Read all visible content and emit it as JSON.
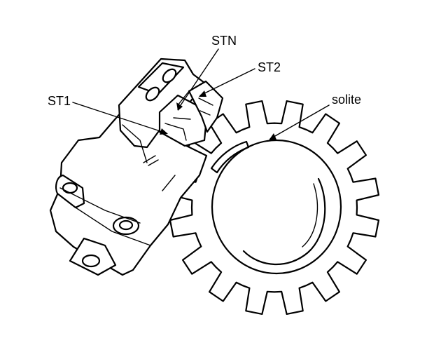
{
  "labels": {
    "stn": "STN",
    "st2": "ST2",
    "st1": "ST1",
    "solite": "solite"
  }
}
